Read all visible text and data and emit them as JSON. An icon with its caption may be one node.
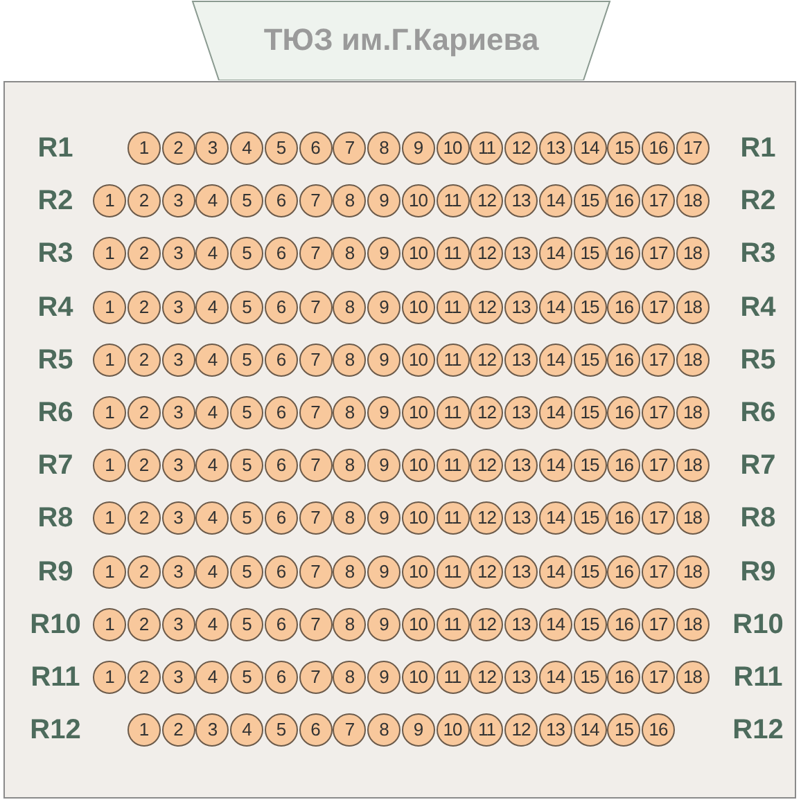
{
  "diagram": {
    "nodes": [
      {
        "text": [
          "ТЮЗ им.Г.Кариева"
        ]
      },
      {
        "text": [],
        "shape": "box"
      },
      {
        "text": [
          "1"
        ],
        "in": 1
      },
      {
        "text": [
          "2"
        ],
        "in": 1
      },
      {
        "text": [
          "3"
        ],
        "in": 1
      },
      {
        "text": [
          "4"
        ],
        "in": 1
      },
      {
        "text": [
          "5"
        ],
        "in": 1
      },
      {
        "text": [
          "6"
        ],
        "in": 1
      },
      {
        "text": [
          "7"
        ],
        "in": 1
      },
      {
        "text": [
          "8"
        ],
        "in": 1
      },
      {
        "text": [
          "9"
        ],
        "in": 1
      },
      {
        "text": [
          "10"
        ],
        "in": 1
      },
      {
        "text": [
          "11"
        ],
        "in": 1
      },
      {
        "text": [
          "12"
        ],
        "in": 1
      },
      {
        "text": [
          "13"
        ],
        "in": 1
      },
      {
        "text": [
          "14"
        ],
        "in": 1
      },
      {
        "text": [
          "15"
        ],
        "in": 1
      },
      {
        "text": [
          "16"
        ],
        "in": 1
      },
      {
        "text": [
          "17"
        ],
        "in": 1
      },
      {
        "text": [
          "1"
        ],
        "in": 1
      },
      {
        "text": [
          "2"
        ],
        "in": 1
      },
      {
        "text": [
          "3"
        ],
        "in": 1
      },
      {
        "text": [
          "4"
        ],
        "in": 1
      },
      {
        "text": [
          "5"
        ],
        "in": 1
      },
      {
        "text": [
          "6"
        ],
        "in": 1
      },
      {
        "text": [
          "7"
        ],
        "in": 1
      },
      {
        "text": [
          "8"
        ],
        "in": 1
      },
      {
        "text": [
          "9"
        ],
        "in": 1
      },
      {
        "text": [
          "10"
        ],
        "in": 1
      },
      {
        "text": [
          "11"
        ],
        "in": 1
      },
      {
        "text": [
          "12"
        ],
        "in": 1
      },
      {
        "text": [
          "13"
        ],
        "in": 1
      },
      {
        "text": [
          "14"
        ],
        "in": 1
      },
      {
        "text": [
          "15"
        ],
        "in": 1
      },
      {
        "text": [
          "16"
        ],
        "in": 1
      },
      {
        "text": [
          "17"
        ],
        "in": 1
      },
      {
        "text": [
          "18"
        ],
        "in": 1
      },
      {
        "text": [
          "1"
        ],
        "in": 1
      },
      {
        "text": [
          "2"
        ],
        "in": 1
      },
      {
        "text": [
          "3"
        ],
        "in": 1
      },
      {
        "text": [
          "4"
        ],
        "in": 1
      },
      {
        "text": [
          "5"
        ],
        "in": 1
      },
      {
        "text": [
          "6"
        ],
        "in": 1
      },
      {
        "text": [
          "7"
        ],
        "in": 1
      },
      {
        "text": [
          "8"
        ],
        "in": 1
      },
      {
        "text": [
          "9"
        ],
        "in": 1
      },
      {
        "text": [
          "10"
        ],
        "in": 1
      },
      {
        "text": [
          "11"
        ],
        "in": 1
      },
      {
        "text": [
          "12"
        ],
        "in": 1
      },
      {
        "text": [
          "13"
        ],
        "in": 1
      },
      {
        "text": [
          "14"
        ],
        "in": 1
      },
      {
        "text": [
          "15"
        ],
        "in": 1
      },
      {
        "text": [
          "16"
        ],
        "in": 1
      },
      {
        "text": [
          "17"
        ],
        "in": 1
      },
      {
        "text": [
          "18"
        ],
        "in": 1
      },
      {
        "text": [
          "1"
        ],
        "in": 1
      },
      {
        "text": [
          "2"
        ],
        "in": 1
      },
      {
        "text": [
          "3"
        ],
        "in": 1
      },
      {
        "text": [
          "4"
        ],
        "in": 1
      },
      {
        "text": [
          "5"
        ],
        "in": 1
      },
      {
        "text": [
          "6"
        ],
        "in": 1
      },
      {
        "text": [
          "7"
        ],
        "in": 1
      },
      {
        "text": [
          "8"
        ],
        "in": 1
      },
      {
        "text": [
          "9"
        ],
        "in": 1
      },
      {
        "text": [
          "10"
        ],
        "in": 1
      },
      {
        "text": [
          "11"
        ],
        "in": 1
      },
      {
        "text": [
          "12"
        ],
        "in": 1
      },
      {
        "text": [
          "13"
        ],
        "in": 1
      },
      {
        "text": [
          "14"
        ],
        "in": 1
      },
      {
        "text": [
          "15"
        ],
        "in": 1
      },
      {
        "text": [
          "16"
        ],
        "in": 1
      },
      {
        "text": [
          "17"
        ],
        "in": 1
      },
      {
        "text": [
          "18"
        ],
        "in": 1
      },
      {
        "text": [
          "1"
        ],
        "in": 1
      },
      {
        "text": [
          "2"
        ],
        "in": 1
      },
      {
        "text": [
          "3"
        ],
        "in": 1
      },
      {
        "text": [
          "4"
        ],
        "in": 1
      },
      {
        "text": [
          "5"
        ],
        "in": 1
      },
      {
        "text": [
          "6"
        ],
        "in": 1
      },
      {
        "text": [
          "7"
        ],
        "in": 1
      },
      {
        "text": [
          "8"
        ],
        "in": 1
      },
      {
        "text": [
          "9"
        ],
        "in": 1
      },
      {
        "text": [
          "10"
        ],
        "in": 1
      },
      {
        "text": [
          "11"
        ],
        "in": 1
      },
      {
        "text": [
          "12"
        ],
        "in": 1
      },
      {
        "text": [
          "13"
        ],
        "in": 1
      },
      {
        "text": [
          "14"
        ],
        "in": 1
      },
      {
        "text": [
          "15"
        ],
        "in": 1
      },
      {
        "text": [
          "16"
        ],
        "in": 1
      },
      {
        "text": [
          "17"
        ],
        "in": 1
      },
      {
        "text": [
          "18"
        ],
        "in": 1
      },
      {
        "text": [
          "1"
        ],
        "in": 1
      },
      {
        "text": [
          "2"
        ],
        "in": 1
      },
      {
        "text": [
          "3"
        ],
        "in": 1
      },
      {
        "text": [
          "4"
        ],
        "in": 1
      },
      {
        "text": [
          "5"
        ],
        "in": 1
      },
      {
        "text": [
          "6"
        ],
        "in": 1
      },
      {
        "text": [
          "7"
        ],
        "in": 1
      },
      {
        "text": [
          "8"
        ],
        "in": 1
      },
      {
        "text": [
          "9"
        ],
        "in": 1
      },
      {
        "text": [
          "10"
        ],
        "in": 1
      },
      {
        "text": [
          "11"
        ],
        "in": 1
      },
      {
        "text": [
          "12"
        ],
        "in": 1
      },
      {
        "text": [
          "13"
        ],
        "in": 1
      },
      {
        "text": [
          "14"
        ],
        "in": 1
      },
      {
        "text": [
          "15"
        ],
        "in": 1
      },
      {
        "text": [
          "16"
        ],
        "in": 1
      },
      {
        "text": [
          "17"
        ],
        "in": 1
      },
      {
        "text": [
          "18"
        ],
        "in": 1
      },
      {
        "text": [
          "1"
        ],
        "in": 1
      },
      {
        "text": [
          "2"
        ],
        "in": 1
      },
      {
        "text": [
          "3"
        ],
        "in": 1
      },
      {
        "text": [
          "4"
        ],
        "in": 1
      },
      {
        "text": [
          "5"
        ],
        "in": 1
      },
      {
        "text": [
          "6"
        ],
        "in": 1
      },
      {
        "text": [
          "7"
        ],
        "in": 1
      },
      {
        "text": [
          "8"
        ],
        "in": 1
      },
      {
        "text": [
          "9"
        ],
        "in": 1
      },
      {
        "text": [
          "10"
        ],
        "in": 1
      },
      {
        "text": [
          "11"
        ],
        "in": 1
      },
      {
        "text": [
          "12"
        ],
        "in": 1
      },
      {
        "text": [
          "13"
        ],
        "in": 1
      },
      {
        "text": [
          "14"
        ],
        "in": 1
      },
      {
        "text": [
          "15"
        ],
        "in": 1
      },
      {
        "text": [
          "16"
        ],
        "in": 1
      },
      {
        "text": [
          "17"
        ],
        "in": 1
      },
      {
        "text": [
          "18"
        ],
        "in": 1
      },
      {
        "text": [
          "1"
        ],
        "in": 1
      },
      {
        "text": [
          "2"
        ],
        "in": 1
      },
      {
        "text": [
          "3"
        ],
        "in": 1
      },
      {
        "text": [
          "4"
        ],
        "in": 1
      },
      {
        "text": [
          "5"
        ],
        "in": 1
      },
      {
        "text": [
          "6"
        ],
        "in": 1
      },
      {
        "text": [
          "7"
        ],
        "in": 1
      },
      {
        "text": [
          "8"
        ],
        "in": 1
      },
      {
        "text": [
          "9"
        ],
        "in": 1
      },
      {
        "text": [
          "10"
        ],
        "in": 1
      },
      {
        "text": [
          "11"
        ],
        "in": 1
      },
      {
        "text": [
          "12"
        ],
        "in": 1
      },
      {
        "text": [
          "13"
        ],
        "in": 1
      },
      {
        "text": [
          "14"
        ],
        "in": 1
      },
      {
        "text": [
          "15"
        ],
        "in": 1
      },
      {
        "text": [
          "16"
        ],
        "in": 1
      },
      {
        "text": [
          "17"
        ],
        "in": 1
      },
      {
        "text": [
          "18"
        ],
        "in": 1
      },
      {
        "text": [
          "1"
        ],
        "in": 1
      },
      {
        "text": [
          "2"
        ],
        "in": 1
      },
      {
        "text": [
          "3"
        ],
        "in": 1
      },
      {
        "text": [
          "4"
        ],
        "in": 1
      },
      {
        "text": [
          "5"
        ],
        "in": 1
      },
      {
        "text": [
          "6"
        ],
        "in": 1
      },
      {
        "text": [
          "7"
        ],
        "in": 1
      },
      {
        "text": [
          "8"
        ],
        "in": 1
      },
      {
        "text": [
          "9"
        ],
        "in": 1
      },
      {
        "text": [
          "10"
        ],
        "in": 1
      },
      {
        "text": [
          "11"
        ],
        "in": 1
      },
      {
        "text": [
          "12"
        ],
        "in": 1
      },
      {
        "text": [
          "13"
        ],
        "in": 1
      },
      {
        "text": [
          "14"
        ],
        "in": 1
      },
      {
        "text": [
          "15"
        ],
        "in": 1
      },
      {
        "text": [
          "16"
        ],
        "in": 1
      },
      {
        "text": [
          "17"
        ],
        "in": 1
      },
      {
        "text": [
          "18"
        ],
        "in": 1
      },
      {
        "text": [
          "1"
        ],
        "in": 1
      },
      {
        "text": [
          "2"
        ],
        "in": 1
      },
      {
        "text": [
          "3"
        ],
        "in": 1
      },
      {
        "text": [
          "4"
        ],
        "in": 1
      },
      {
        "text": [
          "5"
        ],
        "in": 1
      },
      {
        "text": [
          "6"
        ],
        "in": 1
      },
      {
        "text": [
          "7"
        ],
        "in": 1
      },
      {
        "text": [
          "8"
        ],
        "in": 1
      },
      {
        "text": [
          "9"
        ],
        "in": 1
      },
      {
        "text": [
          "10"
        ],
        "in": 1
      },
      {
        "text": [
          "11"
        ],
        "in": 1
      },
      {
        "text": [
          "12"
        ],
        "in": 1
      },
      {
        "text": [
          "13"
        ],
        "in": 1
      },
      {
        "text": [
          "14"
        ],
        "in": 1
      },
      {
        "text": [
          "15"
        ],
        "in": 1
      },
      {
        "text": [
          "16"
        ],
        "in": 1
      },
      {
        "text": [
          "17"
        ],
        "in": 1
      },
      {
        "text": [
          "18"
        ],
        "in": 1
      },
      {
        "text": [
          "1"
        ],
        "in": 1
      },
      {
        "text": [
          "2"
        ],
        "in": 1
      },
      {
        "text": [
          "3"
        ],
        "in": 1
      },
      {
        "text": [
          "4"
        ],
        "in": 1
      },
      {
        "text": [
          "5"
        ],
        "in": 1
      },
      {
        "text": [
          "6"
        ],
        "in": 1
      },
      {
        "text": [
          "7"
        ],
        "in": 1
      },
      {
        "text": [
          "8"
        ],
        "in": 1
      },
      {
        "text": [
          "9"
        ],
        "in": 1
      },
      {
        "text": [
          "10"
        ],
        "in": 1
      },
      {
        "text": [
          "11"
        ],
        "in": 1
      },
      {
        "text": [
          "12"
        ],
        "in": 1
      },
      {
        "text": [
          "13"
        ],
        "in": 1
      },
      {
        "text": [
          "14"
        ],
        "in": 1
      },
      {
        "text": [
          "15"
        ],
        "in": 1
      },
      {
        "text": [
          "16"
        ],
        "in": 1
      },
      {
        "text": [
          "17"
        ],
        "in": 1
      },
      {
        "text": [
          "18"
        ],
        "in": 1
      },
      {
        "text": [
          "1"
        ],
        "in": 1
      },
      {
        "text": [
          "2"
        ],
        "in": 1
      },
      {
        "text": [
          "3"
        ],
        "in": 1
      },
      {
        "text": [
          "4"
        ],
        "in": 1
      },
      {
        "text": [
          "5"
        ],
        "in": 1
      },
      {
        "text": [
          "6"
        ],
        "in": 1
      },
      {
        "text": [
          "7"
        ],
        "in": 1
      },
      {
        "text": [
          "8"
        ],
        "in": 1
      },
      {
        "text": [
          "9"
        ],
        "in": 1
      },
      {
        "text": [
          "10"
        ],
        "in": 1
      },
      {
        "text": [
          "11"
        ],
        "in": 1
      },
      {
        "text": [
          "12"
        ],
        "in": 1
      },
      {
        "text": [
          "13"
        ],
        "in": 1
      },
      {
        "text": [
          "14"
        ],
        "in": 1
      },
      {
        "text": [
          "15"
        ],
        "in": 1
      },
      {
        "text": [
          "16"
        ],
        "in": 1
      }
    ],
    "labels": [
      "R1",
      "R1",
      "R2",
      "R2",
      "R3",
      "R3",
      "R4",
      "R4",
      "R5",
      "R5",
      "R6",
      "R6",
      "R7",
      "R7",
      "R8",
      "R8",
      "R9",
      "R9",
      "R10",
      "R10",
      "R11",
      "R11",
      "R12",
      "R12"
    ]
  }
}
